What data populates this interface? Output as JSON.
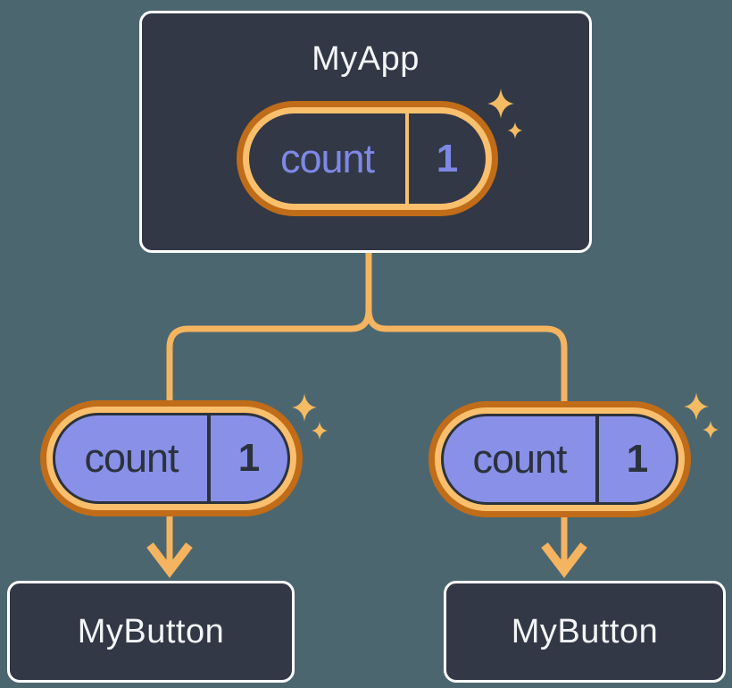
{
  "diagram": {
    "root": {
      "title": "MyApp",
      "state": {
        "label": "count",
        "value": "1"
      }
    },
    "children": [
      {
        "title": "MyButton",
        "prop": {
          "label": "count",
          "value": "1"
        }
      },
      {
        "title": "MyButton",
        "prop": {
          "label": "count",
          "value": "1"
        }
      }
    ]
  },
  "icons": {
    "sparkle": "four-point-sparkle-star",
    "arrow": "downward-chevron-arrowhead"
  },
  "colors": {
    "background": "#4C6670",
    "node_bg": "#323845",
    "node_border": "#FFFFFF",
    "node_text": "#F3F5F7",
    "ring_dark": "#C06C18",
    "ring_light": "#F9BF6D",
    "connector": "#F5B45F",
    "lavender": "#8890E8",
    "lavender_text": "#7E88E5",
    "ink_dark": "#2C323C",
    "sparkle": "#F4BB63"
  }
}
